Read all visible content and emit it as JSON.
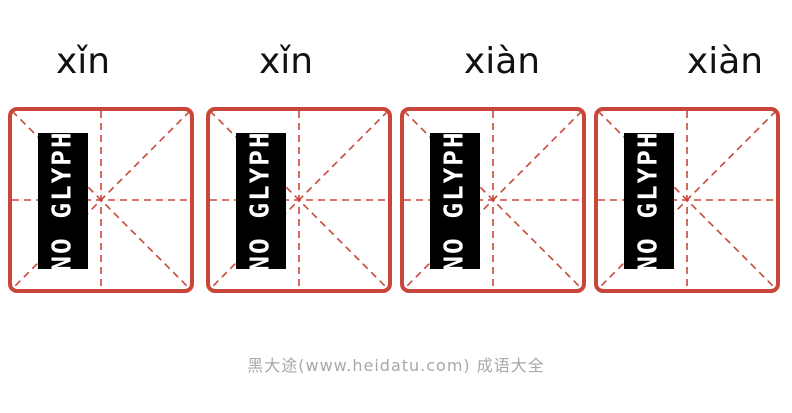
{
  "colors": {
    "grid_border": "#c9473a",
    "glyph_box": "#000000",
    "pinyin_text": "#111111",
    "footer_text": "#a8a8a8"
  },
  "characters": [
    {
      "pinyin": "xǐn",
      "glyph": "NO GLYPH"
    },
    {
      "pinyin": "xǐn",
      "glyph": "NO GLYPH"
    },
    {
      "pinyin": "xiàn",
      "glyph": "NO GLYPH"
    },
    {
      "pinyin": "xiàn",
      "glyph": "NO GLYPH"
    }
  ],
  "footer": "黑大途(www.heidatu.com) 成语大全"
}
